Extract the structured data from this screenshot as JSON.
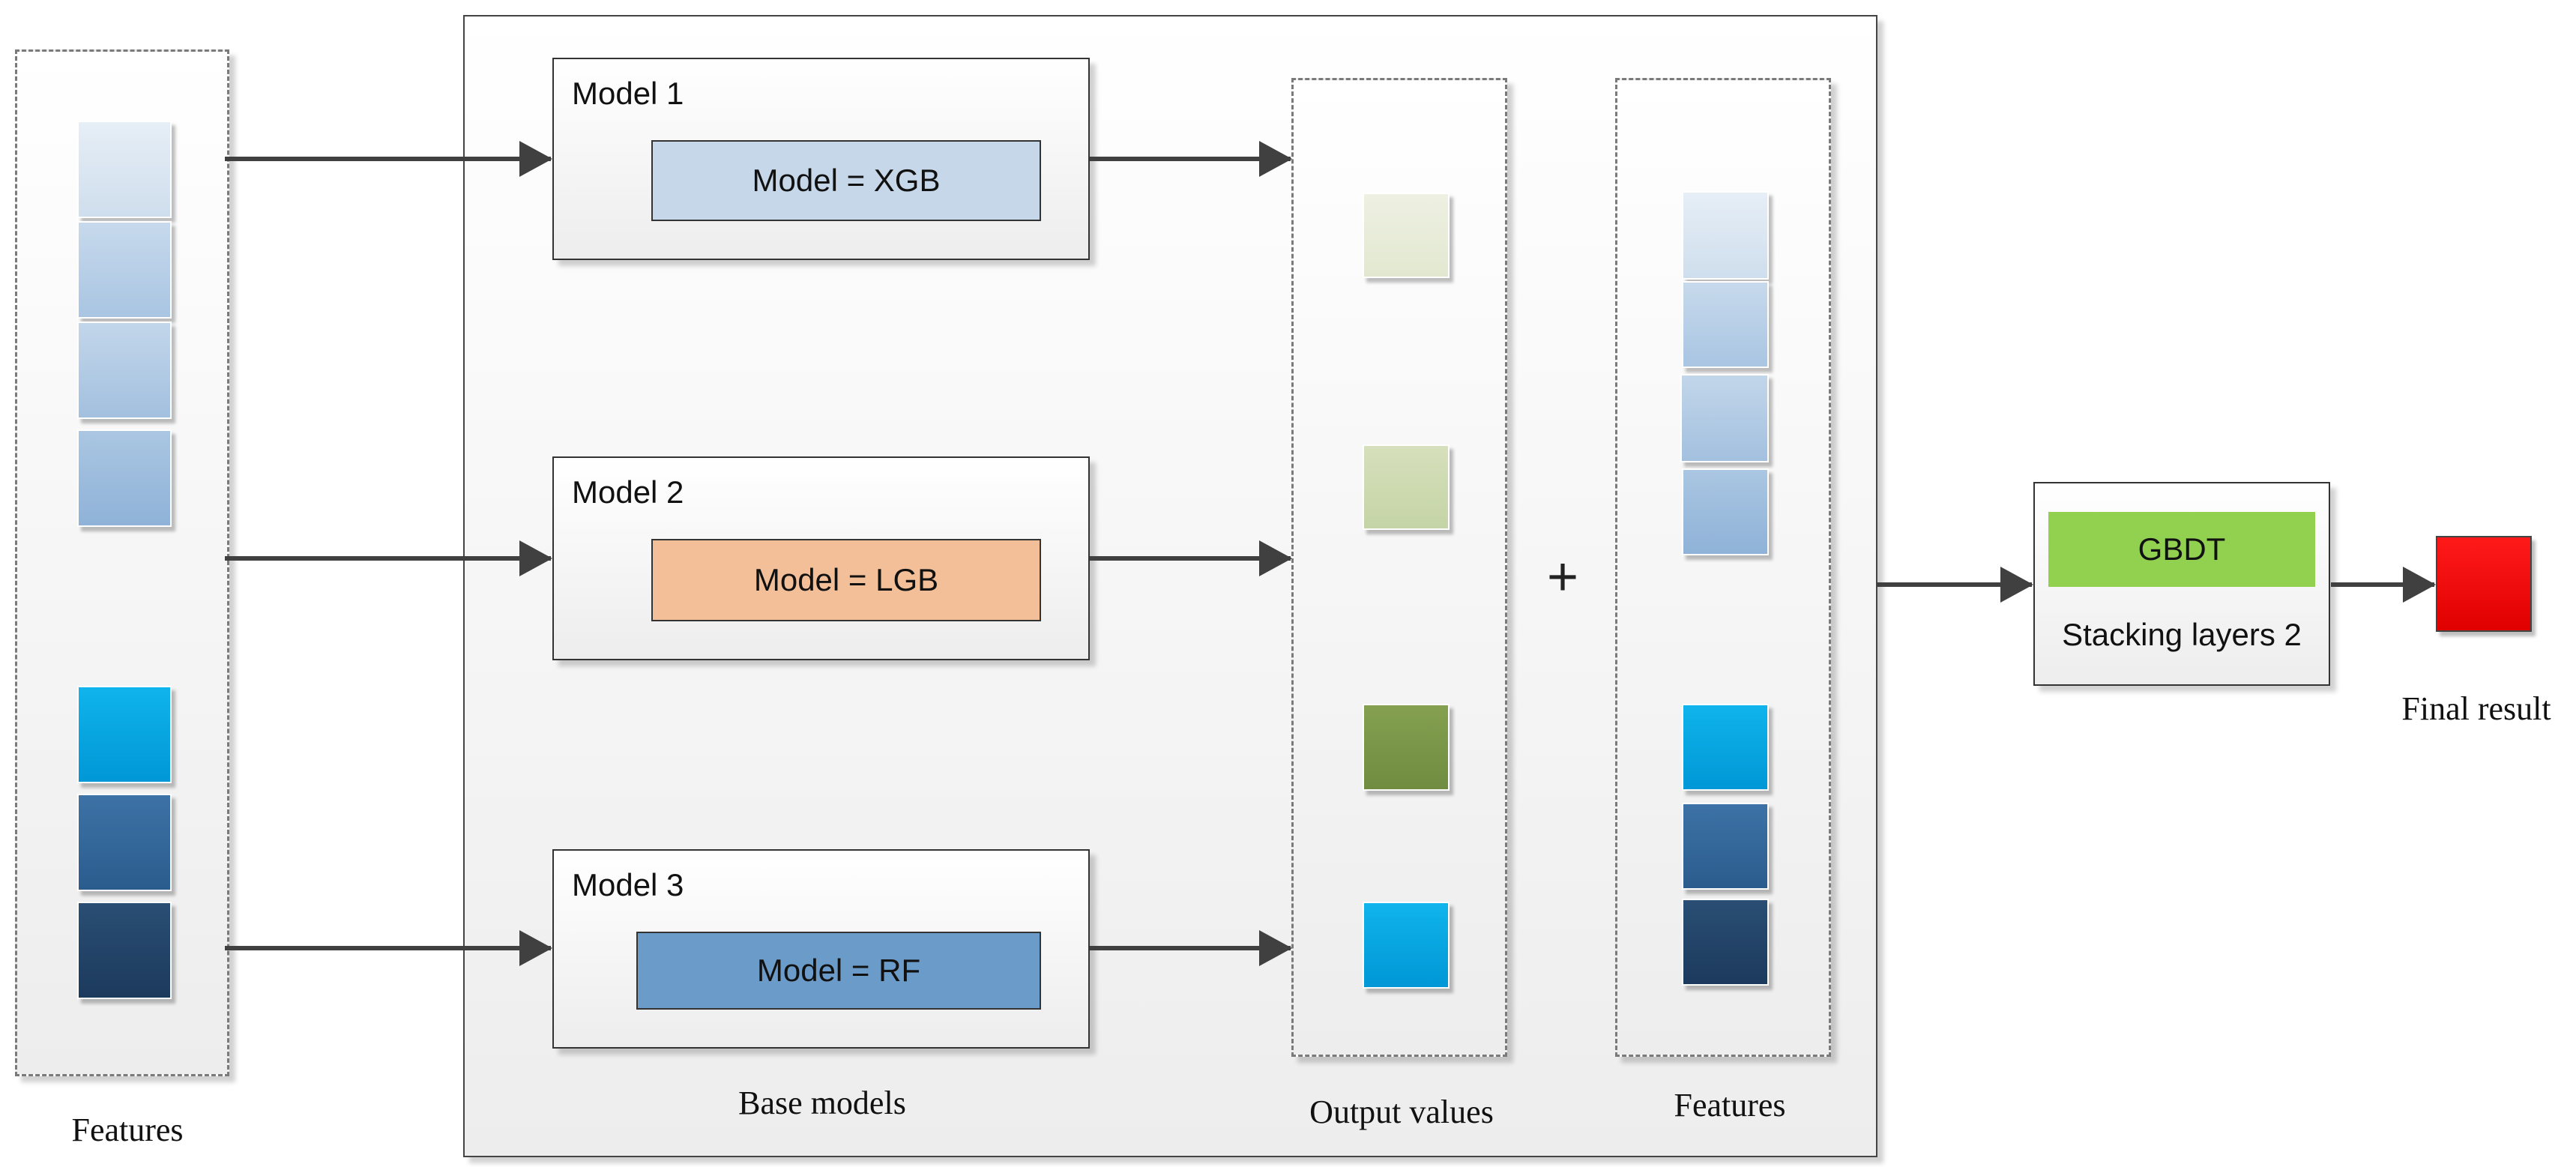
{
  "captions": {
    "left_features": "Features",
    "base_models": "Base models",
    "output_values": "Output values",
    "right_features": "Features",
    "final_result": "Final result"
  },
  "models": [
    {
      "title": "Model 1",
      "inner": "Model = XGB",
      "color": "#c5d7e8"
    },
    {
      "title": "Model 2",
      "inner": "Model = LGB",
      "color": "#f2bf98"
    },
    {
      "title": "Model 3",
      "inner": "Model = RF",
      "color": "#6b9bc8"
    }
  ],
  "plus_sign": "+",
  "stacking": {
    "gbdt_label": "GBDT",
    "gbdt_color": "#92d050",
    "label": "Stacking layers 2"
  },
  "colors": {
    "final_result": "#ff0000",
    "arrow": "#404040"
  }
}
